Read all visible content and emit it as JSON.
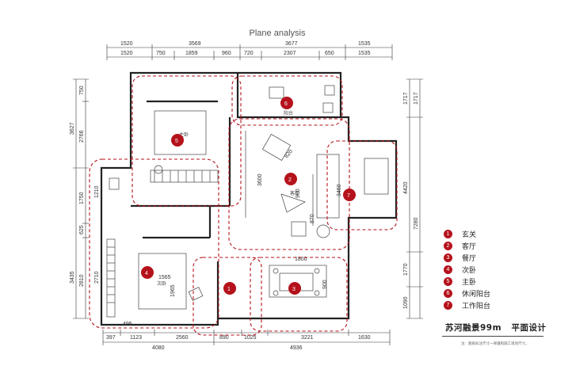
{
  "title": "Plane analysis",
  "dims_top_row1": [
    "1520",
    "3569",
    "3677",
    "1535"
  ],
  "dims_top_row2": [
    "1520",
    "750",
    "1859",
    "960",
    "720",
    "2307",
    "650",
    "1535"
  ],
  "dims_left_row1": [
    "3627",
    "3435"
  ],
  "dims_left_row2": [
    "750",
    "2766",
    "1750",
    "625",
    "2810"
  ],
  "dims_right_row1": [
    "1717",
    "7280"
  ],
  "dims_right_row2": [
    "1717",
    "4420",
    "1770",
    "1090"
  ],
  "dims_bottom_row1": [
    "397",
    "1123",
    "2560",
    "890",
    "1025",
    "3221",
    "1630"
  ],
  "dims_bottom_row2": [
    "4080",
    "4936"
  ],
  "interior_dims": [
    "3600",
    "3460",
    "1800",
    "900",
    "1565",
    "1965",
    "960",
    "820",
    "2710",
    "1210",
    "495",
    "870"
  ],
  "room_labels": {
    "living": "客厅",
    "second_bedroom": "次卧",
    "balcony": "阳台",
    "master": "主卧"
  },
  "zones": [
    {
      "num": "1",
      "label": "玄关"
    },
    {
      "num": "2",
      "label": "客厅"
    },
    {
      "num": "3",
      "label": "餐厅"
    },
    {
      "num": "4",
      "label": "次卧"
    },
    {
      "num": "5",
      "label": "主卧"
    },
    {
      "num": "6",
      "label": "休闲阳台"
    },
    {
      "num": "7",
      "label": "工作阳台"
    }
  ],
  "project_title": "苏河融景99m",
  "project_subtitle": "平面设计",
  "project_note": "注：图纸标注尺寸一律遵照施工现场尺寸。",
  "colors": {
    "accent": "#b5121b",
    "wall": "#222222",
    "line": "#444444"
  }
}
